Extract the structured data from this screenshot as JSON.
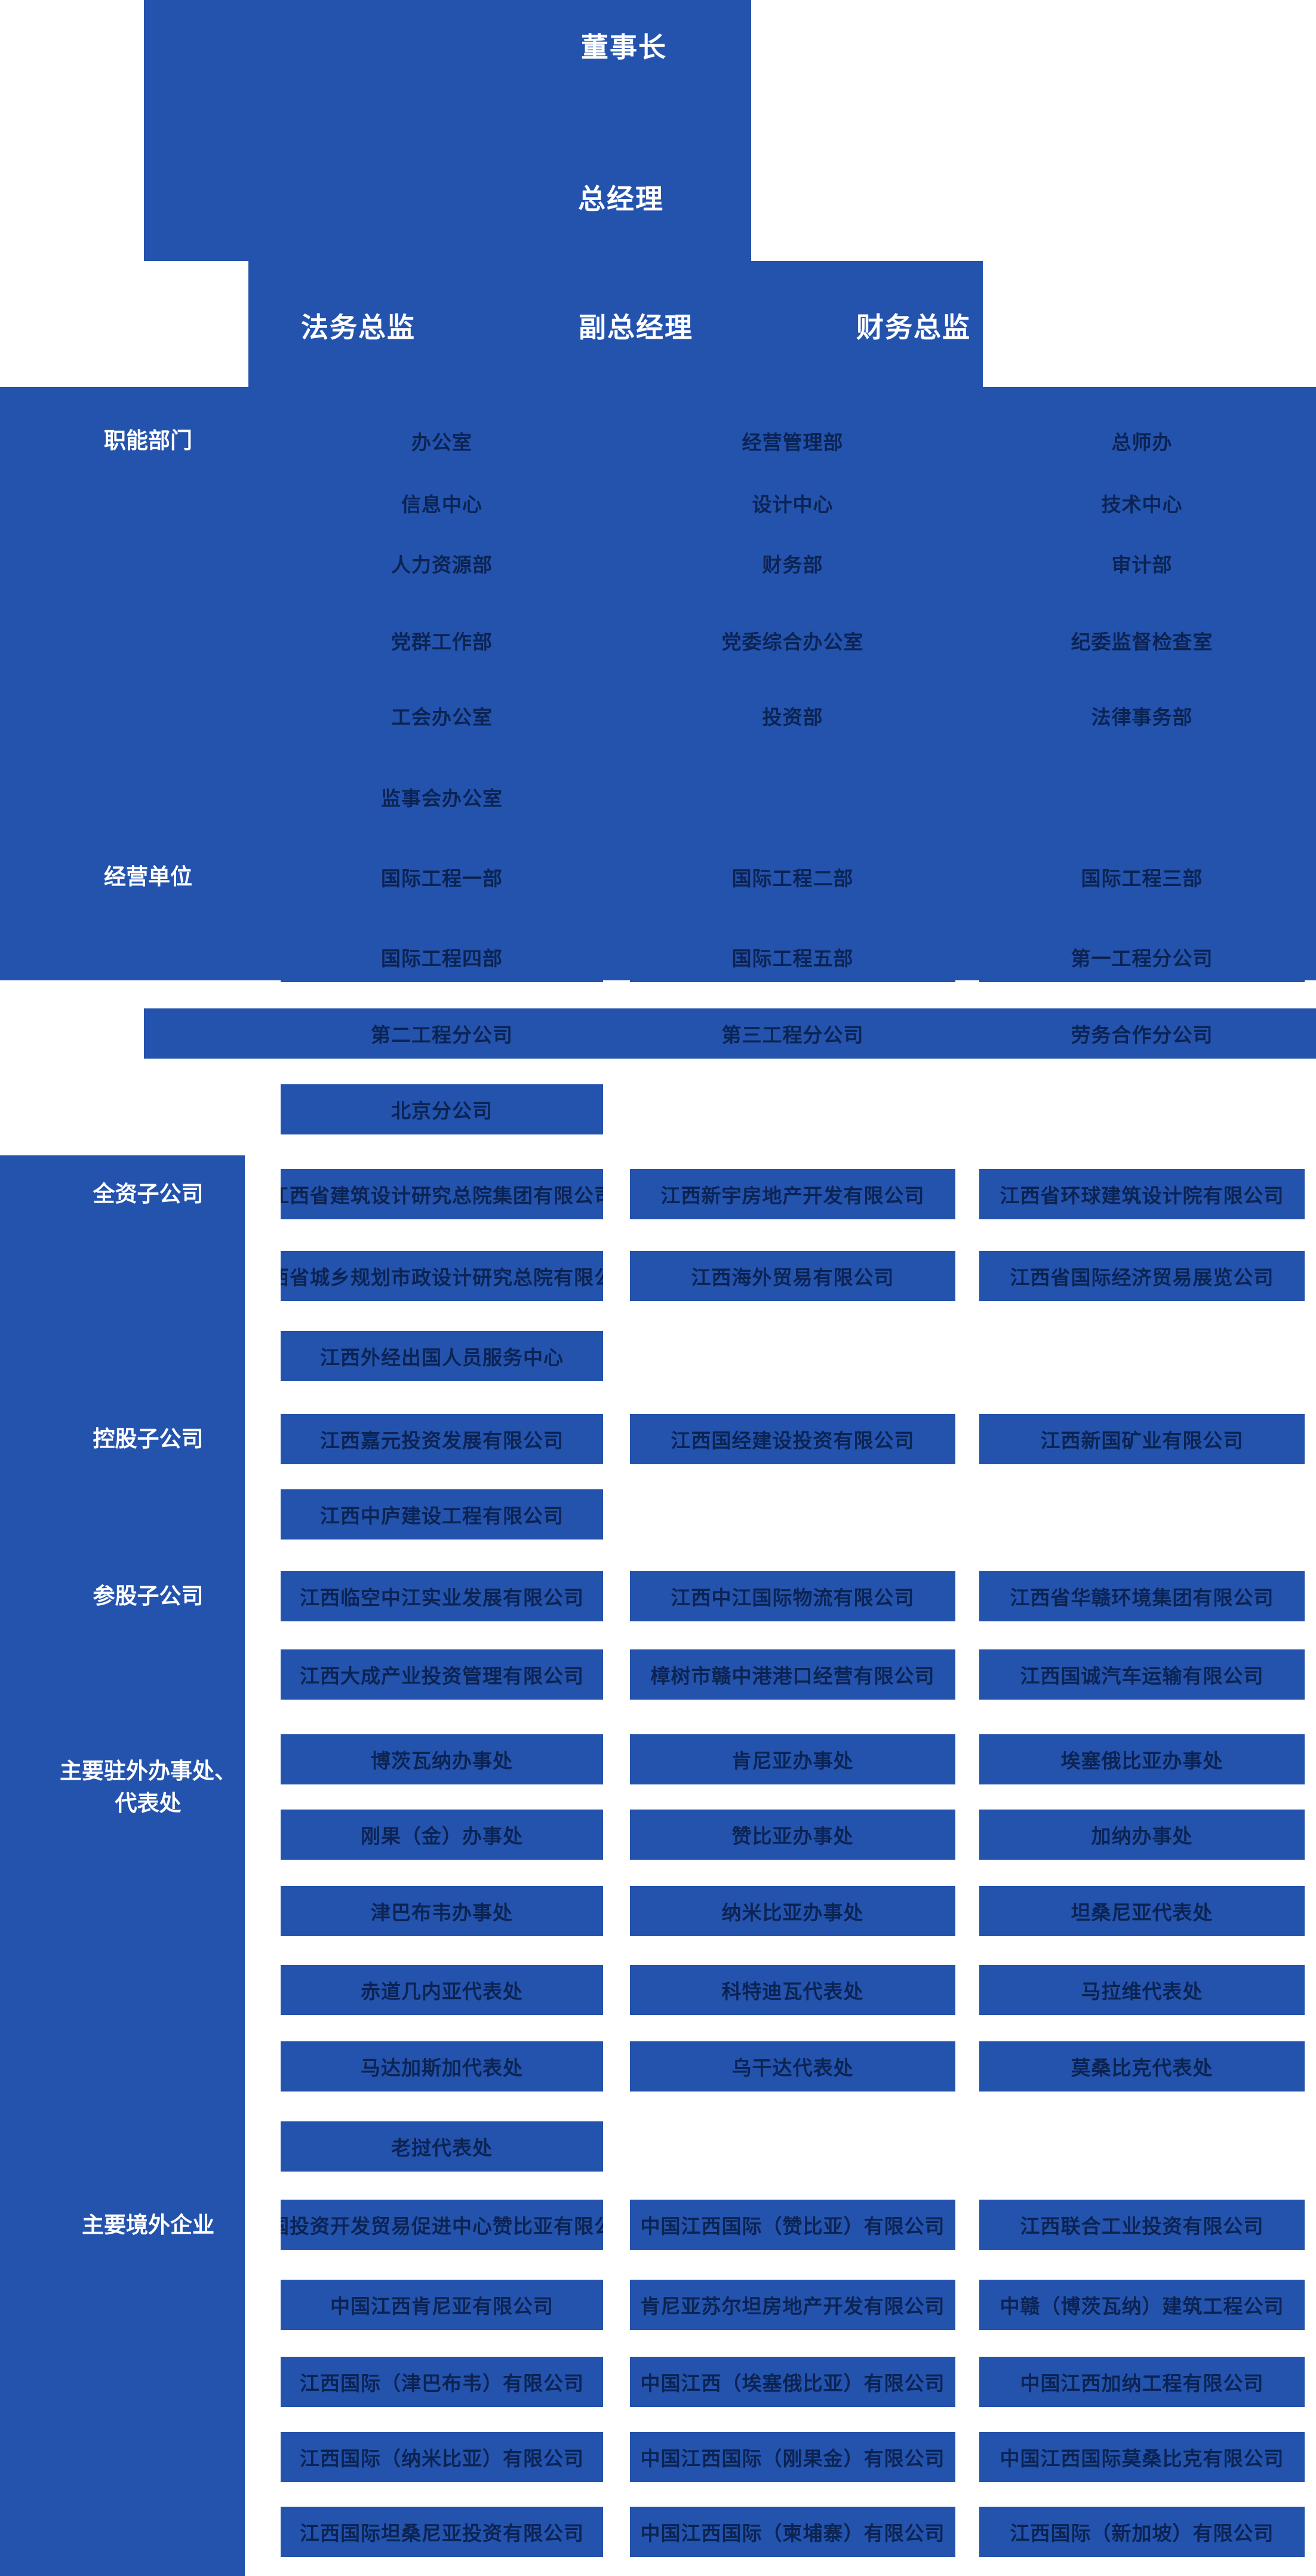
{
  "colors": {
    "panel_blue": "#2453ae",
    "box_text_navy": "#0c2453",
    "label_white": "#ffffff"
  },
  "header": {
    "chairman": "董事长",
    "general_manager": "总经理",
    "legal_director": "法务总监",
    "deputy_general_manager": "副总经理",
    "finance_director": "财务总监"
  },
  "sections": [
    {
      "label": "职能部门",
      "rows": [
        [
          "办公室",
          "经营管理部",
          "总师办"
        ],
        [
          "信息中心",
          "设计中心",
          "技术中心"
        ],
        [
          "人力资源部",
          "财务部",
          "审计部"
        ],
        [
          "党群工作部",
          "党委综合办公室",
          "纪委监督检查室"
        ],
        [
          "工会办公室",
          "投资部",
          "法律事务部"
        ],
        [
          "监事会办公室",
          "",
          ""
        ]
      ]
    },
    {
      "label": "经营单位",
      "rows": [
        [
          "国际工程一部",
          "国际工程二部",
          "国际工程三部"
        ],
        [
          "国际工程四部",
          "国际工程五部",
          "第一工程分公司"
        ],
        [
          "第二工程分公司",
          "第三工程分公司",
          "劳务合作分公司"
        ],
        [
          "北京分公司",
          "",
          ""
        ]
      ]
    },
    {
      "label": "全资子公司",
      "rows": [
        [
          "江西省建筑设计研究总院集团有限公司",
          "江西新宇房地产开发有限公司",
          "江西省环球建筑设计院有限公司"
        ],
        [
          "江西省城乡规划市政设计研究总院有限公司",
          "江西海外贸易有限公司",
          "江西省国际经济贸易展览公司"
        ],
        [
          "江西外经出国人员服务中心",
          "",
          ""
        ]
      ]
    },
    {
      "label": "控股子公司",
      "rows": [
        [
          "江西嘉元投资发展有限公司",
          "江西国经建设投资有限公司",
          "江西新国矿业有限公司"
        ],
        [
          "江西中庐建设工程有限公司",
          "",
          ""
        ]
      ]
    },
    {
      "label": "参股子公司",
      "rows": [
        [
          "江西临空中江实业发展有限公司",
          "江西中江国际物流有限公司",
          "江西省华赣环境集团有限公司"
        ],
        [
          "江西大成产业投资管理有限公司",
          "樟树市赣中港港口经营有限公司",
          "江西国诚汽车运输有限公司"
        ]
      ]
    },
    {
      "label": "主要驻外办事处、代表处",
      "rows": [
        [
          "博茨瓦纳办事处",
          "肯尼亚办事处",
          "埃塞俄比亚办事处"
        ],
        [
          "刚果（金）办事处",
          "赞比亚办事处",
          "加纳办事处"
        ],
        [
          "津巴布韦办事处",
          "纳米比亚办事处",
          "坦桑尼亚代表处"
        ],
        [
          "赤道几内亚代表处",
          "科特迪瓦代表处",
          "马拉维代表处"
        ],
        [
          "马达加斯加代表处",
          "乌干达代表处",
          "莫桑比克代表处"
        ],
        [
          "老挝代表处",
          "",
          ""
        ]
      ]
    },
    {
      "label": "主要境外企业",
      "rows": [
        [
          "中国投资开发贸易促进中心赞比亚有限公司",
          "中国江西国际（赞比亚）有限公司",
          "江西联合工业投资有限公司"
        ],
        [
          "中国江西肯尼亚有限公司",
          "肯尼亚苏尔坦房地产开发有限公司",
          "中赣（博茨瓦纳）建筑工程公司"
        ],
        [
          "江西国际（津巴布韦）有限公司",
          "中国江西（埃塞俄比亚）有限公司",
          "中国江西加纳工程有限公司"
        ],
        [
          "江西国际（纳米比亚）有限公司",
          "中国江西国际（刚果金）有限公司",
          "中国江西国际莫桑比克有限公司"
        ],
        [
          "江西国际坦桑尼亚投资有限公司",
          "中国江西国际（柬埔寨）有限公司",
          "江西国际（新加坡）有限公司"
        ]
      ]
    }
  ]
}
